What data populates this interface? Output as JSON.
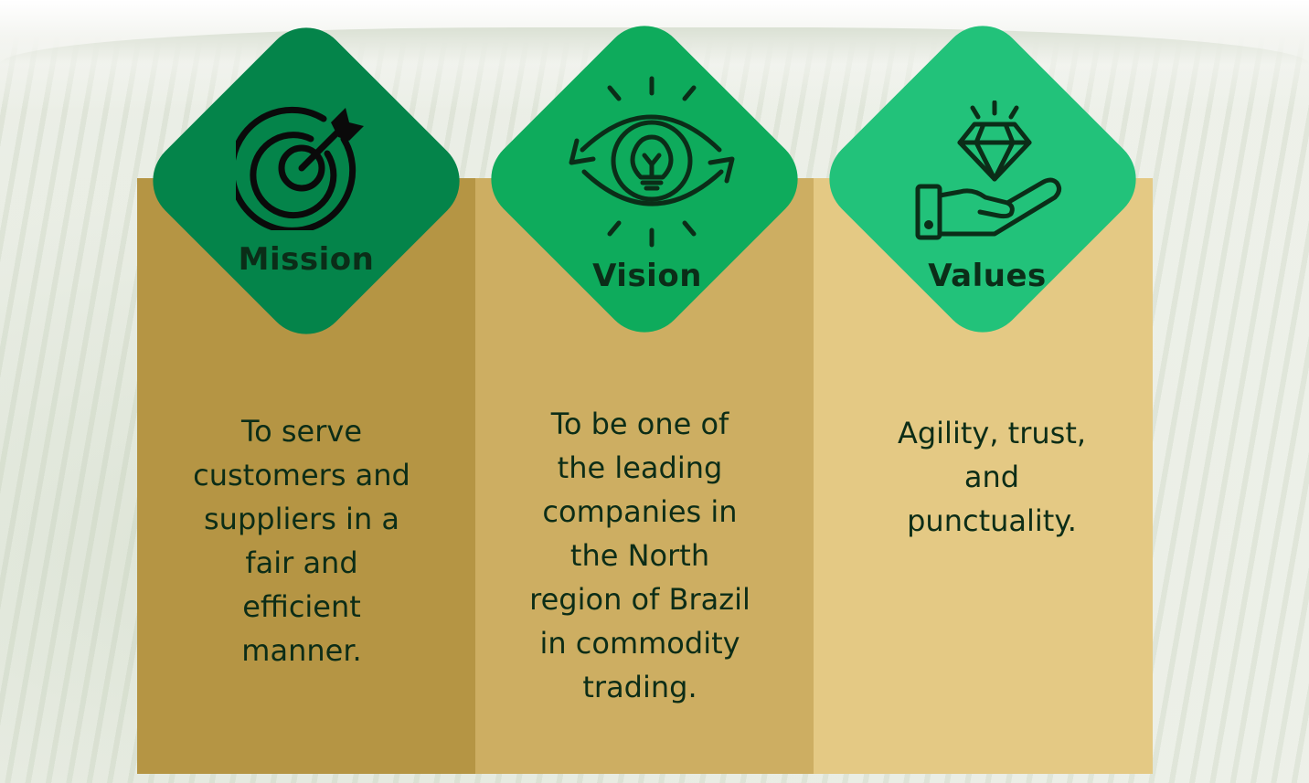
{
  "cards": [
    {
      "heading": "Mission",
      "icon": "target-arrow-icon",
      "lines": [
        "To serve",
        "customers and",
        "suppliers in a",
        "fair and",
        "efficient",
        "manner."
      ]
    },
    {
      "heading": "Vision",
      "icon": "eye-lightbulb-icon",
      "lines": [
        "To be one of",
        "the leading",
        "companies in",
        "the North",
        "region of Brazil",
        "in commodity",
        "trading."
      ]
    },
    {
      "heading": "Values",
      "icon": "hand-diamond-icon",
      "lines": [
        "Agility, trust,",
        "and",
        "punctuality."
      ]
    }
  ],
  "colors": {
    "mission_column": "#b59544",
    "vision_column": "#cdae62",
    "values_column": "#e4c984",
    "mission_diamond": "#04844a",
    "vision_diamond": "#0eab5c",
    "values_diamond": "#22c27a",
    "text": "#0c2d17"
  }
}
